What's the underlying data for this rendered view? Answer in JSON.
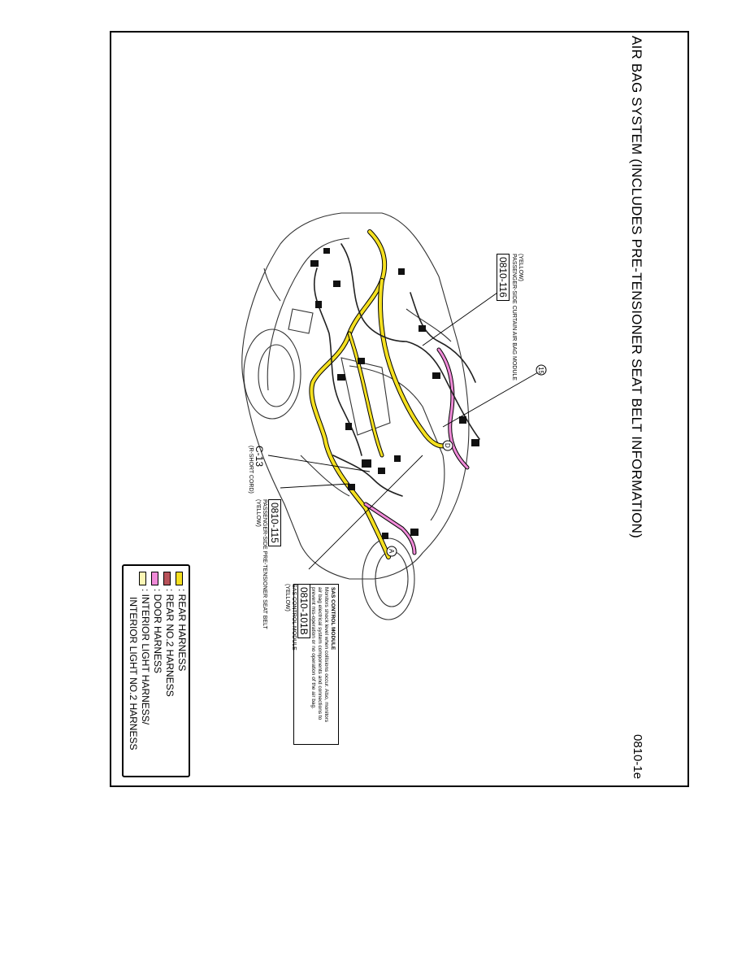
{
  "page": {
    "title": "AIR BAG SYSTEM (INCLUDES PRE-TENSIONER SEAT BELT INFORMATION)",
    "page_number": "0810-1e"
  },
  "callouts": {
    "c116": {
      "id": "0810-116",
      "desc": "PASSENGER-SIDE CURTAIN AIR BAG MODULE",
      "color": "(YELLOW)"
    },
    "c115": {
      "id": "0810-115",
      "desc": "PASSENGER-SIDE PRE-TENSIONER SEAT BELT",
      "color": "(YELLOW)"
    },
    "c101": {
      "id": "0810-101B",
      "desc": "SAS CONTROL MODULE",
      "color": "(YELLOW)"
    },
    "c13": {
      "id": "C-13",
      "desc": "(R-SHORT CORD)"
    },
    "marker15": "15",
    "markerA": "A",
    "markerD": "D"
  },
  "sas_note": {
    "heading": "SAS CONTROL MODULE",
    "lines": [
      "Monitors shock level when collisions occur. Also, monitors",
      "air bag electrical system components and connections to",
      "prevent mis-operation or no operation of the air bag."
    ]
  },
  "legend": [
    {
      "label": ": REAR HARNESS",
      "color": "#f5e020"
    },
    {
      "label": ": REAR NO.2 HARNESS",
      "color": "#b8525a"
    },
    {
      "label": ": DOOR HARNESS",
      "color": "#f08ad8"
    },
    {
      "label": ": INTERIOR LIGHT HARNESS/",
      "color": "#fbf6b4"
    },
    {
      "label": "INTERIOR LIGHT NO.2 HARNESS",
      "color": ""
    }
  ]
}
